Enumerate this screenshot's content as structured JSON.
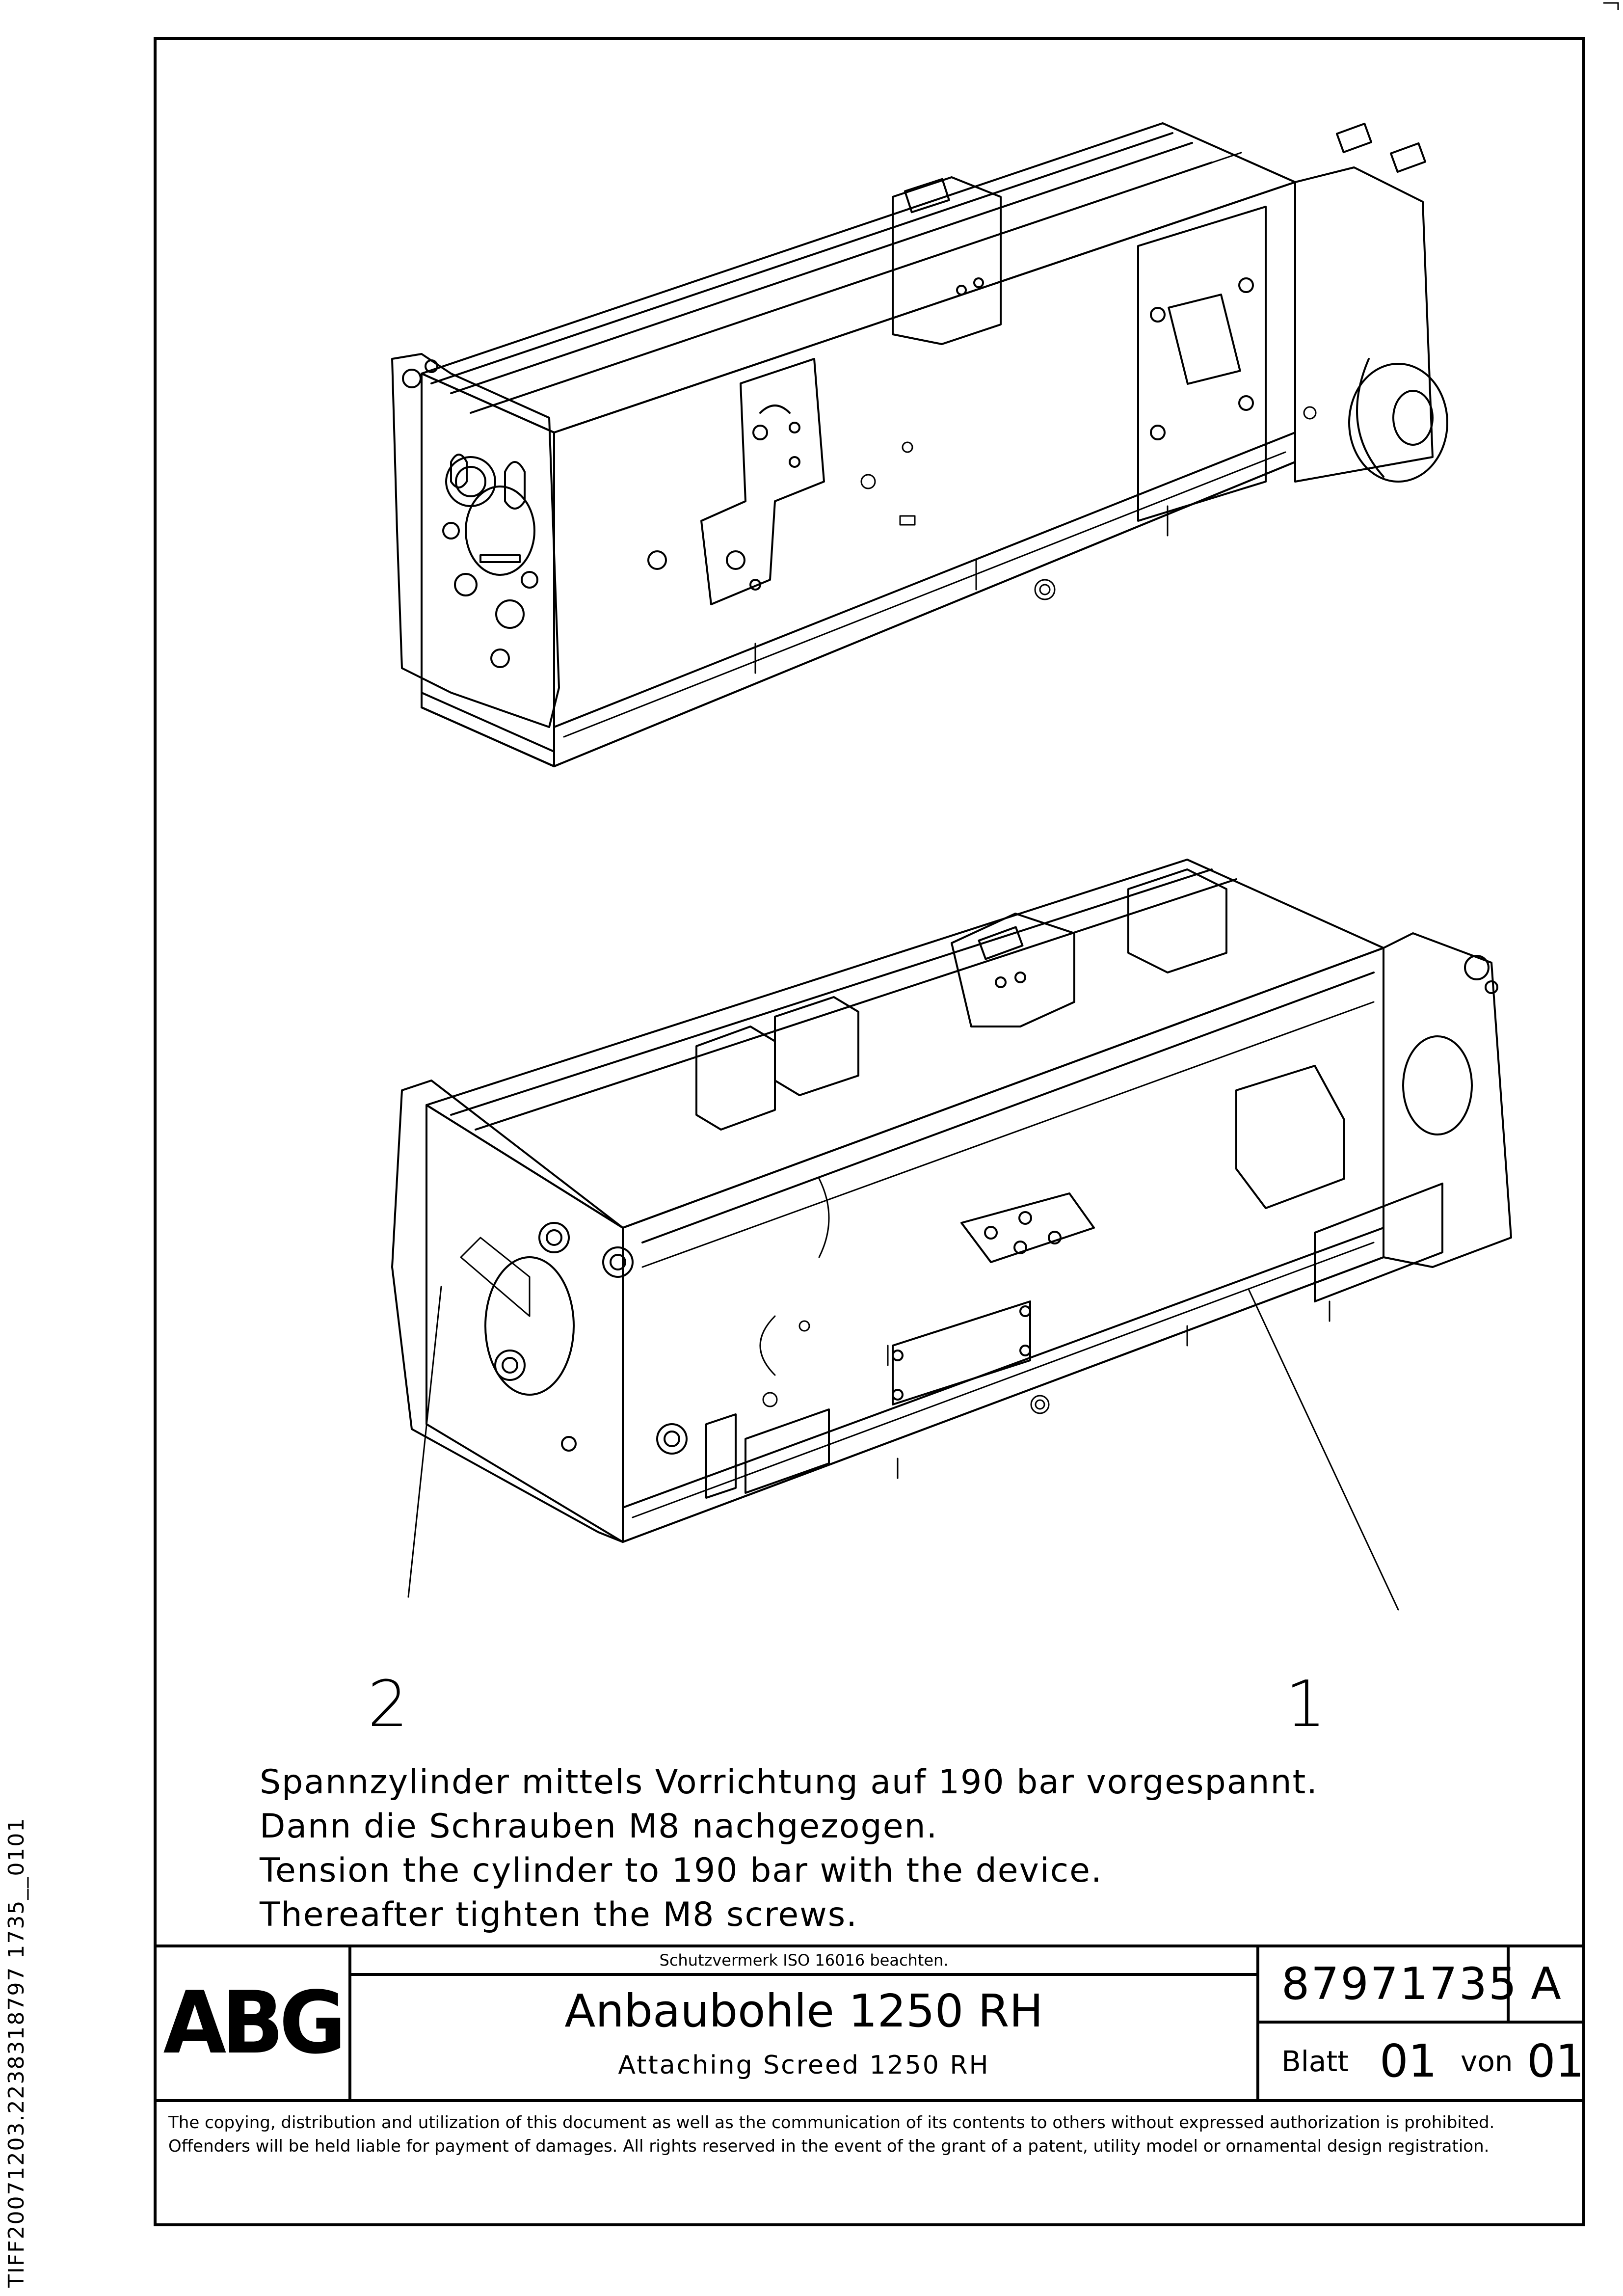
{
  "callouts": {
    "one": "1",
    "two": "2"
  },
  "notes": [
    "Spannzylinder mittels Vorrichtung auf 190 bar vorgespannt.",
    "Dann die Schrauben M8 nachgezogen.",
    "Tension the cylinder to 190 bar with the device.",
    "Thereafter tighten the M8 screws."
  ],
  "titleblock": {
    "logo": "ABG",
    "protection_note": "Schutzvermerk ISO 16016 beachten.",
    "title_de": "Anbaubohle 1250 RH",
    "title_en": "Attaching Screed 1250 RH",
    "drawing_number": "87971735",
    "revision": "A",
    "sheet_label": "Blatt",
    "sheet_number": "01",
    "of_label": "von",
    "sheet_total": "01"
  },
  "disclaimer": "The copying, distribution and utilization of this document as well as the communication of its contents to others without expressed authorization is prohibited. Offenders will be held liable for payment of damages. All rights reserved in the event of the grant of a patent, utility model or ornamental design registration.",
  "side_reference": "TIFF20071203.2238318797 1735__0101"
}
